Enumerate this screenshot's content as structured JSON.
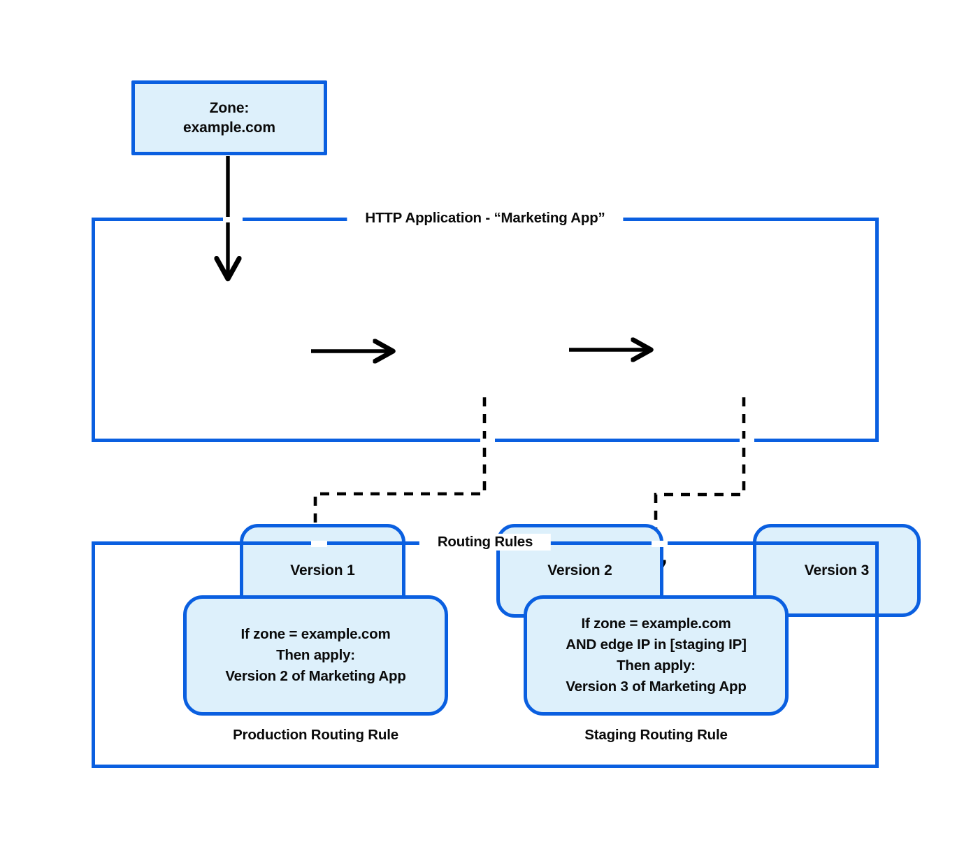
{
  "diagram": {
    "title_zone": "Zone:\nexample.com",
    "colors": {
      "node_fill": "#ddf0fb",
      "node_border": "#0a5fe0",
      "text": "#0a0a0a",
      "connector": "#000000",
      "background": "#ffffff"
    }
  },
  "zone": {
    "line1": "Zone:",
    "line2": "example.com"
  },
  "http_application": {
    "title": "HTTP Application - “Marketing App”",
    "versions": [
      {
        "label": "Version 1"
      },
      {
        "label": "Version 2"
      },
      {
        "label": "Version 3"
      }
    ]
  },
  "routing_rules": {
    "title": "Routing Rules",
    "rules": [
      {
        "caption": "Production Routing Rule",
        "lines": [
          "If zone = example.com",
          "Then apply:",
          "Version 2 of Marketing App"
        ]
      },
      {
        "caption": "Staging Routing Rule",
        "lines": [
          "If zone = example.com",
          "AND edge IP in [staging IP]",
          "Then apply:",
          "Version 3 of Marketing App"
        ]
      }
    ]
  },
  "connectors": [
    {
      "name": "zone-to-version1",
      "style": "solid",
      "from": "Zone: example.com",
      "to": "Version 1"
    },
    {
      "name": "version1-to-version2",
      "style": "solid",
      "from": "Version 1",
      "to": "Version 2"
    },
    {
      "name": "version2-to-version3",
      "style": "solid",
      "from": "Version 2",
      "to": "Version 3"
    },
    {
      "name": "version2-to-production-rule",
      "style": "dashed",
      "from": "Version 2",
      "to": "Production Routing Rule"
    },
    {
      "name": "version3-to-staging-rule",
      "style": "dashed",
      "from": "Version 3",
      "to": "Staging Routing Rule"
    }
  ]
}
